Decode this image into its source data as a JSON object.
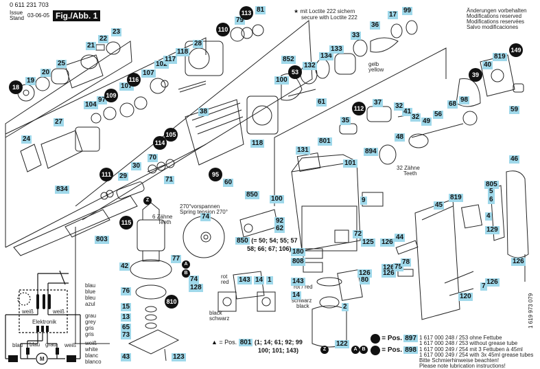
{
  "header": {
    "part_number": "0 611 231 703",
    "issue_label_1": "Issue",
    "issue_label_2": "Stand",
    "issue_date": "03-06-05",
    "figure_label": "Fig./Abb. 1"
  },
  "notes": {
    "loctite_1": "★ mit Loctite 222 sichern",
    "loctite_2": "secure with Loctite 222",
    "mods_1": "Änderungen vorbehalten",
    "mods_2": "Modifications reserved",
    "mods_3": "Modifications reservées",
    "mods_4": "Salvo modificaciones",
    "gelb": "gelb",
    "yellow": "yellow",
    "teeth32_1": "32 Zähne",
    "teeth32_2": "Teeth",
    "teeth6_1": "6 Zähne",
    "teeth6_2": "Teeth",
    "spring_1": "270°vorspannen",
    "spring_2": "Spring tension 270°",
    "rot": "rot",
    "red": "red",
    "black": "black",
    "schwarz": "schwarz",
    "rotred": "rot / red",
    "schwarz2": "schwarz",
    "black2": "black",
    "doc_number": "1 619 973 079"
  },
  "legend": {
    "pos850": "850",
    "pos850_text_1": "(= 50; 54; 55; 57",
    "pos850_text_2": "58; 66; 67; 106)",
    "pos801_prefix": "▲ = Pos.",
    "pos801": "801",
    "pos801_text_1": "(1; 14; 61; 92; 99",
    "pos801_text_2": "100; 101; 143)",
    "pos897_prefix": "= Pos.",
    "pos897": "897",
    "pos897_text_1": "1 617 000 248 / 253 ohne Fettube",
    "pos897_text_2": "1 617 000 248 / 253 without grease tube",
    "pos898_prefix": "= Pos.",
    "pos898": "898",
    "pos898_text_1": "1 617 000 249 / 254 mit 3 Fettuben à 45ml",
    "pos898_text_2": "1 617 000 249 / 254 with 3x 45ml grease tubes",
    "lube_1": "Bitte Schmierhinweise beachten!",
    "lube_2": "Please note lubrication instructions!"
  },
  "wiring": {
    "blau_group": [
      "blau",
      "blue",
      "bleu",
      "azul"
    ],
    "grau_group": [
      "grau",
      "grey",
      "gris",
      "gris"
    ],
    "weiss_group": [
      "weiß",
      "white",
      "blanc",
      "blanco"
    ],
    "weiss_left": "weiß",
    "weiss_right": "weiß",
    "elektronik": "Elektronik",
    "wire_blau_1": "blau",
    "wire_blau_2": "blau",
    "wire_grau": "grau",
    "wire_weiss": "weiß",
    "motor": "M"
  },
  "connectors": {
    "A": "A",
    "B": "B",
    "Z": "Z"
  },
  "parts_blue": [
    {
      "id": "p23",
      "n": "23"
    },
    {
      "id": "p22",
      "n": "22"
    },
    {
      "id": "p21",
      "n": "21"
    },
    {
      "id": "p25",
      "n": "25"
    },
    {
      "id": "p20",
      "n": "20"
    },
    {
      "id": "p19",
      "n": "19"
    },
    {
      "id": "p27",
      "n": "27"
    },
    {
      "id": "p24",
      "n": "24"
    },
    {
      "id": "p104",
      "n": "104"
    },
    {
      "id": "p97",
      "n": "97"
    },
    {
      "id": "p107a",
      "n": "107"
    },
    {
      "id": "p107b",
      "n": "107"
    },
    {
      "id": "p102",
      "n": "102"
    },
    {
      "id": "p117",
      "n": "117"
    },
    {
      "id": "p118a",
      "n": "118"
    },
    {
      "id": "p28",
      "n": "28"
    },
    {
      "id": "p79",
      "n": "79"
    },
    {
      "id": "p81",
      "n": "81"
    },
    {
      "id": "p38",
      "n": "38"
    },
    {
      "id": "p852",
      "n": "852"
    },
    {
      "id": "p100a",
      "n": "100"
    },
    {
      "id": "p132",
      "n": "132"
    },
    {
      "id": "p134",
      "n": "134"
    },
    {
      "id": "p133",
      "n": "133"
    },
    {
      "id": "p33",
      "n": "33"
    },
    {
      "id": "p36",
      "n": "36"
    },
    {
      "id": "p17",
      "n": "17"
    },
    {
      "id": "p99",
      "n": "99"
    },
    {
      "id": "p61",
      "n": "61"
    },
    {
      "id": "p118b",
      "n": "118"
    },
    {
      "id": "p37",
      "n": "37"
    },
    {
      "id": "p35",
      "n": "35"
    },
    {
      "id": "p32a",
      "n": "32"
    },
    {
      "id": "p41",
      "n": "41"
    },
    {
      "id": "p32b",
      "n": "32"
    },
    {
      "id": "p49",
      "n": "49"
    },
    {
      "id": "p56",
      "n": "56"
    },
    {
      "id": "p68",
      "n": "68"
    },
    {
      "id": "p98",
      "n": "98"
    },
    {
      "id": "p40",
      "n": "40"
    },
    {
      "id": "p819a",
      "n": "819"
    },
    {
      "id": "p59",
      "n": "59"
    },
    {
      "id": "p48",
      "n": "48"
    },
    {
      "id": "p894",
      "n": "894"
    },
    {
      "id": "p801",
      "n": "801"
    },
    {
      "id": "p131",
      "n": "131"
    },
    {
      "id": "p101",
      "n": "101"
    },
    {
      "id": "p70",
      "n": "70"
    },
    {
      "id": "p71",
      "n": "71"
    },
    {
      "id": "p30",
      "n": "30"
    },
    {
      "id": "p29",
      "n": "29"
    },
    {
      "id": "p834",
      "n": "834"
    },
    {
      "id": "p60",
      "n": "60"
    },
    {
      "id": "p46",
      "n": "46"
    },
    {
      "id": "p805",
      "n": "805"
    },
    {
      "id": "p5",
      "n": "5"
    },
    {
      "id": "p6",
      "n": "6"
    },
    {
      "id": "p819b",
      "n": "819"
    },
    {
      "id": "p45",
      "n": "45"
    },
    {
      "id": "p4",
      "n": "4"
    },
    {
      "id": "p129",
      "n": "129"
    },
    {
      "id": "p850",
      "n": "850"
    },
    {
      "id": "p100b",
      "n": "100"
    },
    {
      "id": "p92",
      "n": "92"
    },
    {
      "id": "p62",
      "n": "62"
    },
    {
      "id": "p9",
      "n": "9"
    },
    {
      "id": "p74a",
      "n": "74"
    },
    {
      "id": "p803",
      "n": "803"
    },
    {
      "id": "p77",
      "n": "77"
    },
    {
      "id": "p42",
      "n": "42"
    },
    {
      "id": "p76",
      "n": "76"
    },
    {
      "id": "p74b",
      "n": "74"
    },
    {
      "id": "p128",
      "n": "128"
    },
    {
      "id": "p15",
      "n": "15"
    },
    {
      "id": "p13",
      "n": "13"
    },
    {
      "id": "p65",
      "n": "65"
    },
    {
      "id": "p73",
      "n": "73"
    },
    {
      "id": "p43",
      "n": "43"
    },
    {
      "id": "p123",
      "n": "123"
    },
    {
      "id": "p180",
      "n": "180"
    },
    {
      "id": "p808",
      "n": "808"
    },
    {
      "id": "p72",
      "n": "72"
    },
    {
      "id": "p125",
      "n": "125"
    },
    {
      "id": "p126a",
      "n": "126"
    },
    {
      "id": "p44",
      "n": "44"
    },
    {
      "id": "p126b",
      "n": "126"
    },
    {
      "id": "p75",
      "n": "75"
    },
    {
      "id": "p78",
      "n": "78"
    },
    {
      "id": "p126c",
      "n": "126"
    },
    {
      "id": "p126d",
      "n": "126"
    },
    {
      "id": "p7",
      "n": "7"
    },
    {
      "id": "p126e",
      "n": "126"
    },
    {
      "id": "p120",
      "n": "120"
    },
    {
      "id": "p126f",
      "n": "126"
    },
    {
      "id": "p80",
      "n": "80"
    },
    {
      "id": "p143a",
      "n": "143"
    },
    {
      "id": "p14a",
      "n": "14"
    },
    {
      "id": "p1",
      "n": "1"
    },
    {
      "id": "p143b",
      "n": "143"
    },
    {
      "id": "p14b",
      "n": "14"
    },
    {
      "id": "p2",
      "n": "2"
    },
    {
      "id": "p122",
      "n": "122"
    }
  ],
  "parts_black": [
    {
      "id": "b18",
      "n": "18"
    },
    {
      "id": "b109",
      "n": "109"
    },
    {
      "id": "b116",
      "n": "116"
    },
    {
      "id": "b110",
      "n": "110"
    },
    {
      "id": "b113",
      "n": "113"
    },
    {
      "id": "b53",
      "n": "53"
    },
    {
      "id": "b149",
      "n": "149"
    },
    {
      "id": "b39",
      "n": "39"
    },
    {
      "id": "b112",
      "n": "112"
    },
    {
      "id": "b105",
      "n": "105"
    },
    {
      "id": "b114",
      "n": "114"
    },
    {
      "id": "b95",
      "n": "95"
    },
    {
      "id": "b111",
      "n": "111"
    },
    {
      "id": "b115",
      "n": "115"
    },
    {
      "id": "b810",
      "n": "810"
    }
  ]
}
